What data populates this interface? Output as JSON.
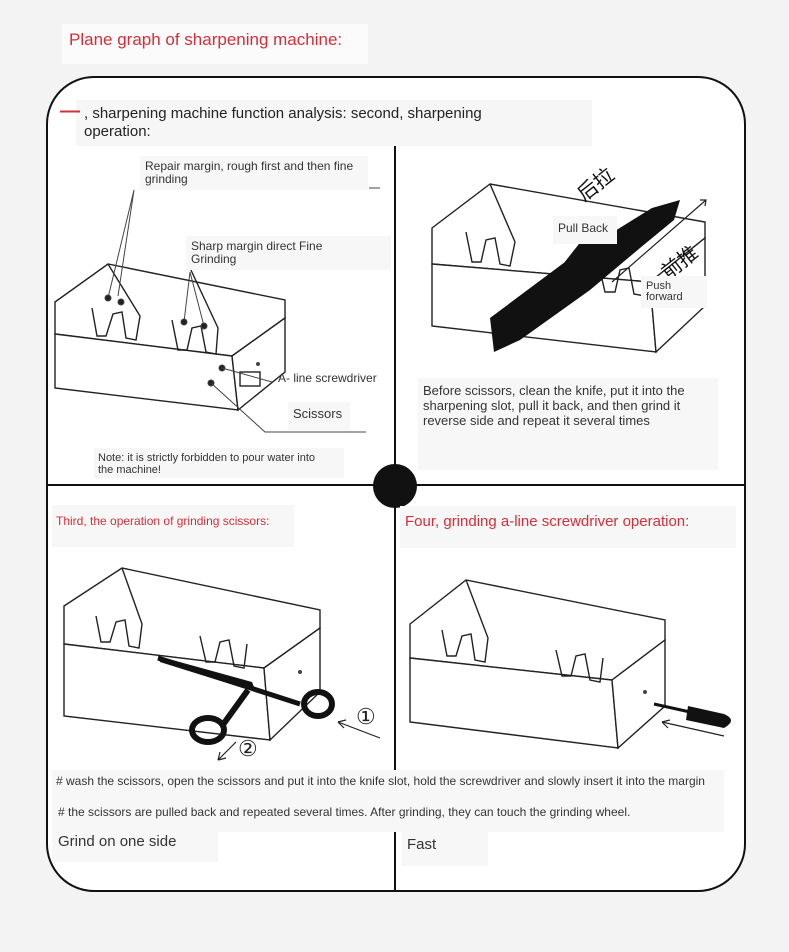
{
  "header": {
    "title": "Plane graph of sharpening machine:"
  },
  "panel1": {
    "bullet": "—",
    "heading_line1": ", sharpening machine function analysis: second, sharpening",
    "heading_line2": "operation:",
    "label_repair_1": "Repair margin, rough first and then fine",
    "label_repair_2": "grinding",
    "label_sharp_1": "Sharp margin direct Fine",
    "label_sharp_2": "Grinding",
    "label_screwdriver": "A- line screwdriver",
    "label_scissors": "Scissors",
    "note_1": "Note: it is strictly forbidden to pour water into",
    "note_2": "the machine!"
  },
  "panel2": {
    "chinese_back": "后拉",
    "chinese_forward": "前推",
    "pull_back": "Pull Back",
    "push_1": "Push",
    "push_2": "forward",
    "desc_1": "Before scissors, clean the knife, put it into the",
    "desc_2": "sharpening slot, pull it back, and then grind it",
    "desc_3": "reverse side and repeat it several times"
  },
  "panel3": {
    "heading": "Third, the operation of grinding scissors:",
    "step1": "①",
    "step2": "②",
    "footer": "Grind on one side"
  },
  "panel4": {
    "heading": "Four, grinding a-line screwdriver operation:",
    "footer": "Fast"
  },
  "instructions": {
    "line1": "# wash the scissors, open the scissors and put it into the knife slot, hold the screwdriver and slowly insert it into the margin",
    "line2": "# the scissors are pulled back and repeated several times. After grinding, they can touch the grinding wheel."
  },
  "colors": {
    "accent": "#d0303a",
    "ink": "#111111"
  }
}
